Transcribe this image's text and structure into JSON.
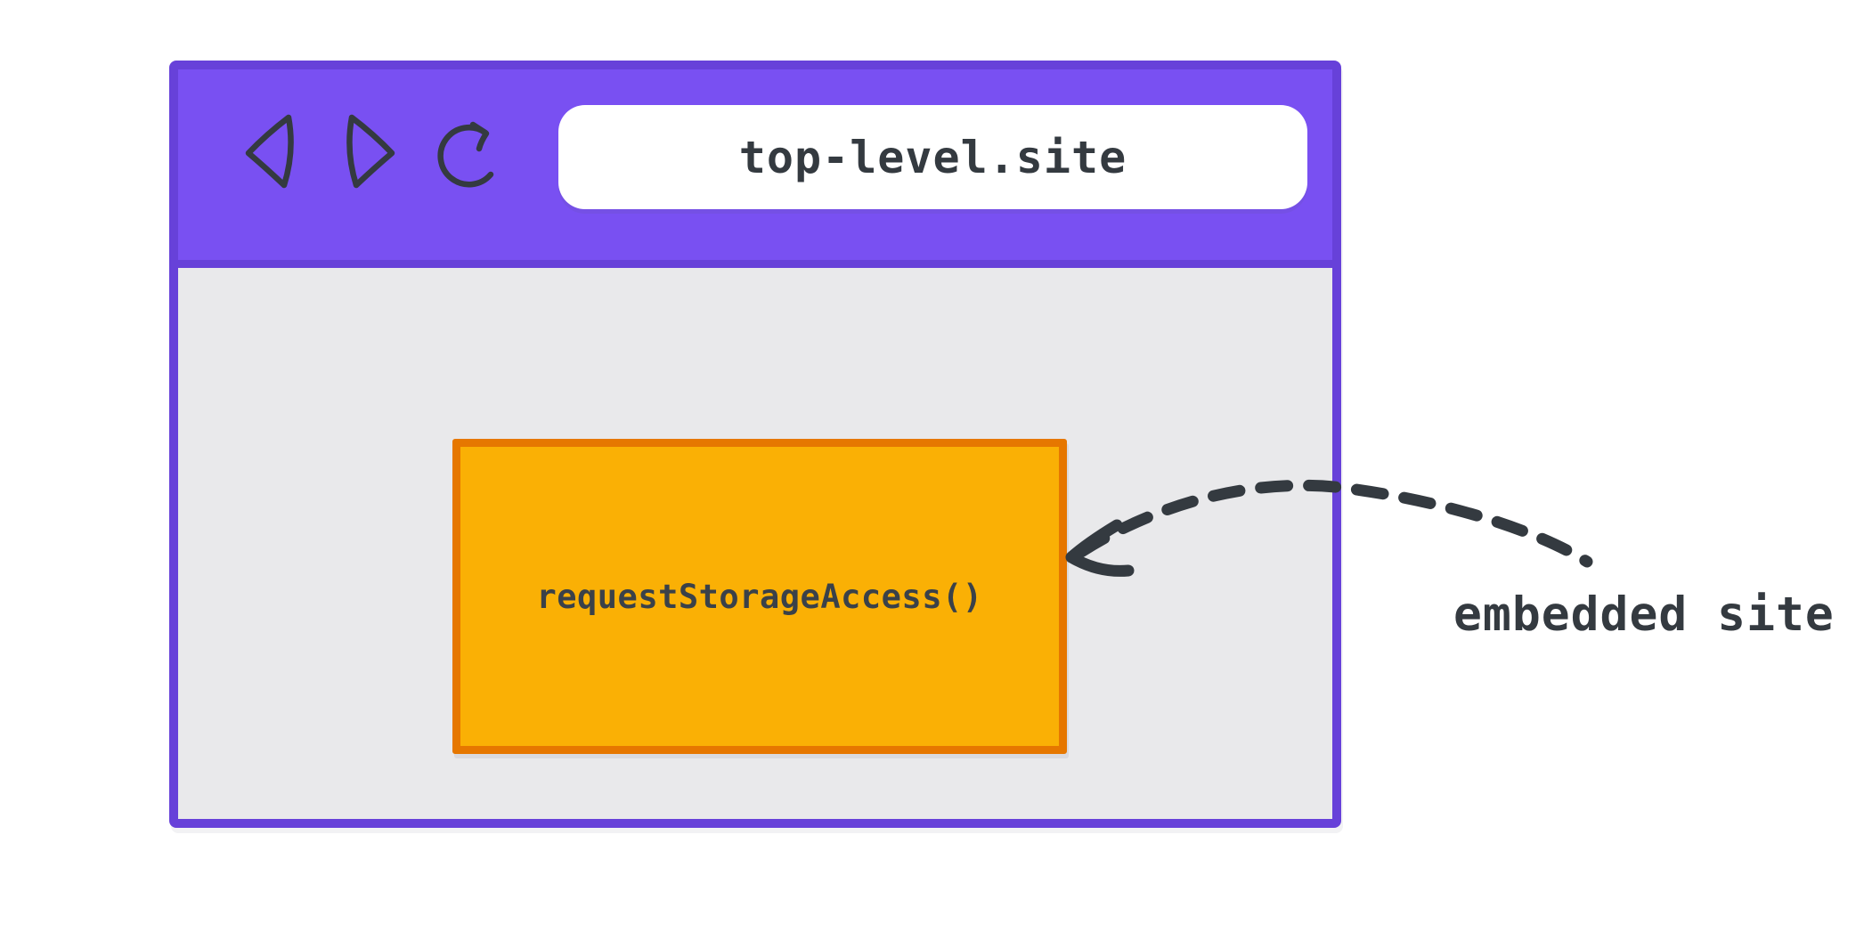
{
  "browser_window": {
    "title_bar": {
      "background": "#7950f2",
      "border_color": "#6741d9",
      "nav_icons": [
        "back-icon",
        "forward-icon",
        "refresh-icon"
      ],
      "url_bar": {
        "value": "top-level.site",
        "background": "#ffffff",
        "text_color": "#343a40"
      }
    },
    "content": {
      "background": "#e9e9eb",
      "embedded_frame": {
        "label": "requestStorageAccess()",
        "background": "#fab005",
        "border_color": "#e67700",
        "text_color": "#3a4149"
      }
    }
  },
  "annotation": {
    "label": "embedded site",
    "arrow": {
      "style": "dashed",
      "color": "#343a40",
      "from": "embedded-site-label",
      "to": "embedded-frame"
    }
  }
}
